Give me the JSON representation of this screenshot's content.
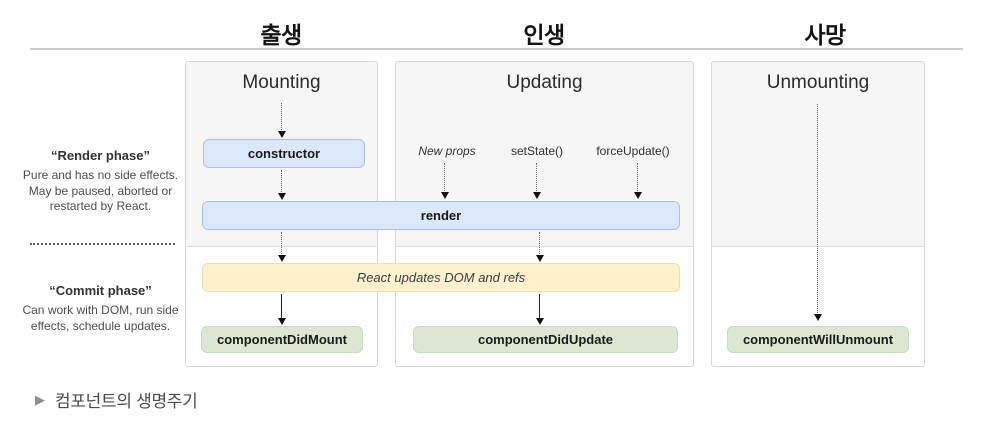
{
  "page": {
    "headers": {
      "birth": "출생",
      "life": "인생",
      "death": "사망"
    },
    "phase_notes": {
      "render": {
        "title": "“Render phase”",
        "description": "Pure and has no side effects. May be paused, aborted or restarted by React."
      },
      "commit": {
        "title": "“Commit phase”",
        "description": "Can work with DOM, run side effects, schedule updates."
      }
    },
    "columns": {
      "mounting": {
        "title": "Mounting"
      },
      "updating": {
        "title": "Updating",
        "triggers": [
          "New props",
          "setState()",
          "forceUpdate()"
        ]
      },
      "unmounting": {
        "title": "Unmounting"
      }
    },
    "boxes": {
      "constructor": "constructor",
      "render": "render",
      "react_updates": "React updates DOM and refs",
      "component_did_mount": "componentDidMount",
      "component_did_update": "componentDidUpdate",
      "component_will_unmount": "componentWillUnmount"
    },
    "caption": {
      "marker": "▶",
      "text": "컴포넌트의 생명주기"
    },
    "colors": {
      "blue_fill": "#dbe7fa",
      "blue_border": "#a9c1e8",
      "yellow_fill": "#fcf0cd",
      "yellow_border": "#eddfae",
      "green_fill": "#dbe7d2",
      "green_border": "#c8dabc",
      "column_fill_render_phase": "#f6f6f6",
      "column_border": "#d6d6d6"
    }
  }
}
